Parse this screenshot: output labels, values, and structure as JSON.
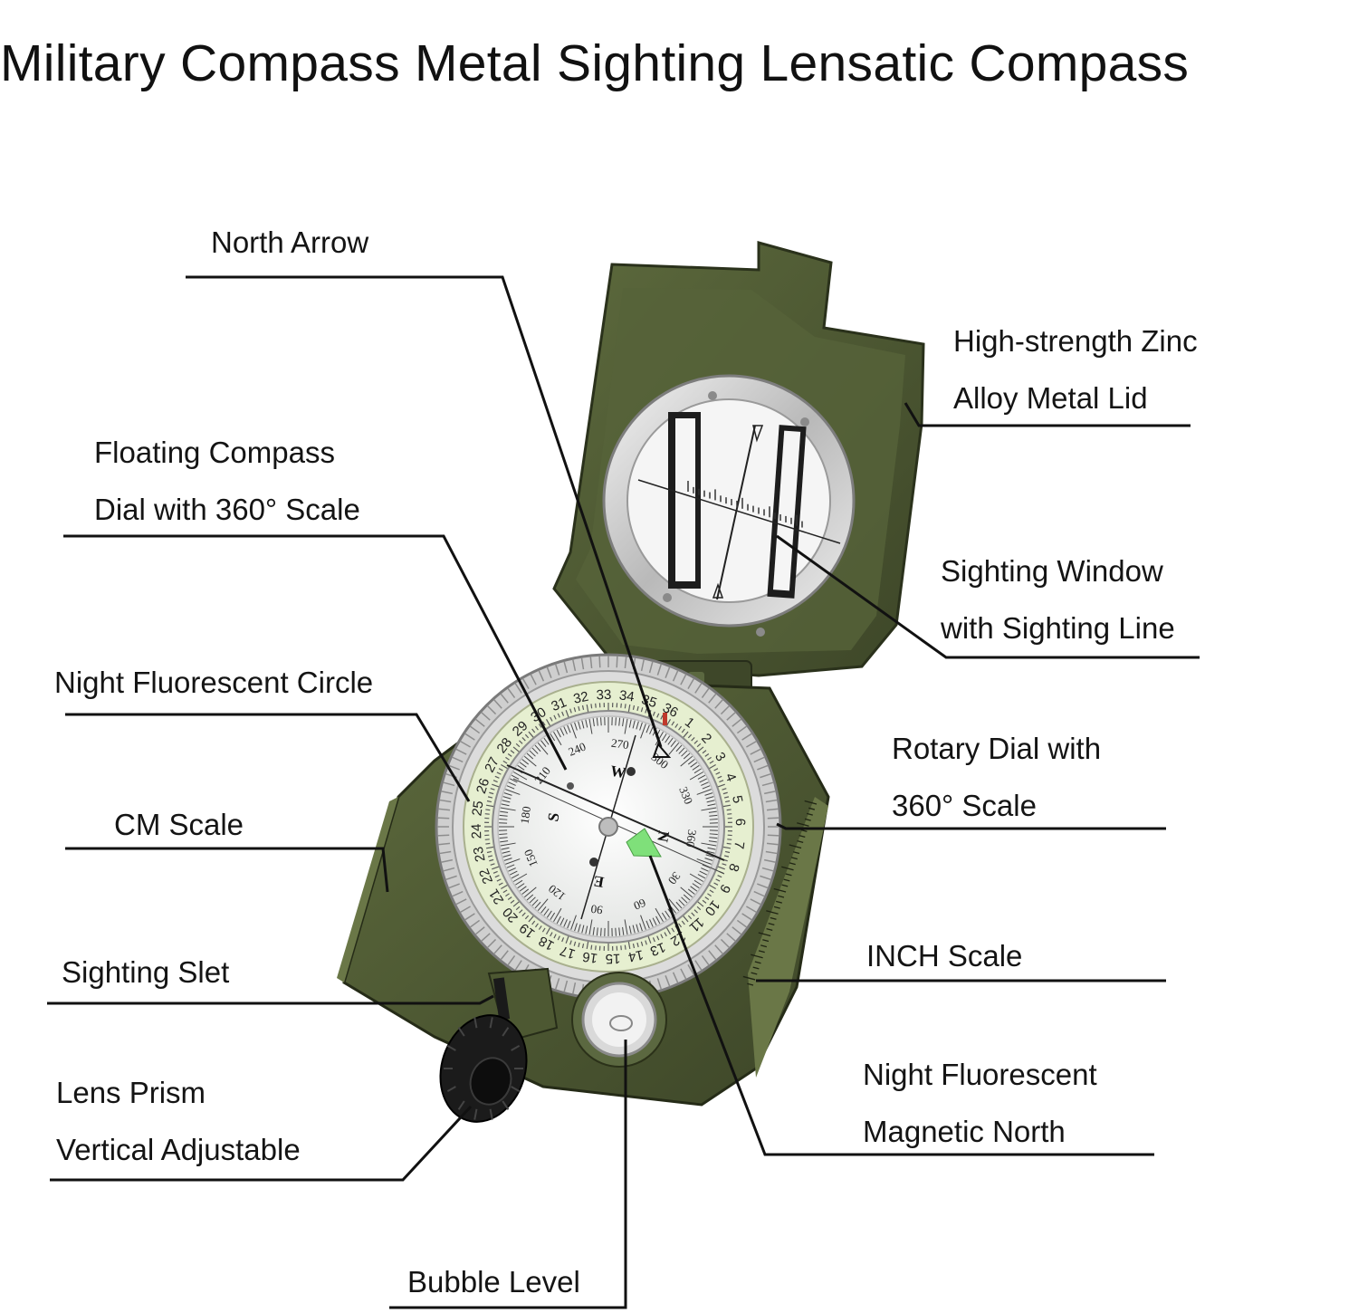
{
  "title": "Military Compass Metal Sighting Lensatic Compass",
  "labels": {
    "north_arrow": "North Arrow",
    "lid_1": "High-strength Zinc",
    "lid_2": "Alloy Metal Lid",
    "floating_1": "Floating Compass",
    "floating_2": "Dial with 360° Scale",
    "window_1": "Sighting Window",
    "window_2": "with Sighting Line",
    "night_circle": "Night Fluorescent Circle",
    "rotary_1": "Rotary Dial with",
    "rotary_2": "360° Scale",
    "cm_scale": "CM Scale",
    "inch_scale": "INCH Scale",
    "sighting_slet": "Sighting Slet",
    "prism_1": "Lens Prism",
    "prism_2": "Vertical Adjustable",
    "mag_north_1": "Night Fluorescent",
    "mag_north_2": "Magnetic North",
    "bubble_level": "Bubble Level"
  },
  "dial": {
    "bezel_numbers": [
      "31",
      "32",
      "33",
      "34",
      "35",
      "36",
      "1",
      "2",
      "3",
      "4",
      "5",
      "6",
      "7",
      "8",
      "9",
      "10",
      "11",
      "12",
      "13",
      "14",
      "15",
      "16",
      "17",
      "18",
      "19",
      "20",
      "21",
      "22",
      "23",
      "24",
      "25",
      "26",
      "27",
      "28",
      "29",
      "30"
    ],
    "card_numbers": [
      "240",
      "270",
      "300",
      "330",
      "360",
      "30",
      "60",
      "90",
      "120",
      "150",
      "180",
      "210"
    ],
    "cardinals": [
      "W",
      "N",
      "E",
      "S"
    ]
  },
  "colors": {
    "olive": "#4f5a33",
    "olive_dark": "#2f3720",
    "glow": "#e6efd0",
    "green_marker": "#7fe07a",
    "line": "#111111"
  }
}
